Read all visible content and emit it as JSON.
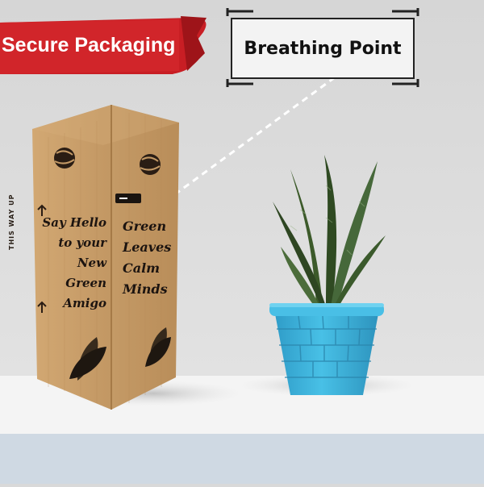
{
  "banner": {
    "text": "Secure Packaging",
    "color": "#c81e24"
  },
  "callout": {
    "text": "Breathing Point"
  },
  "box": {
    "left_text": [
      "Say Hello",
      "to your",
      "New",
      "Green",
      "Amigo"
    ],
    "right_text": [
      "Green",
      "Leaves",
      "Calm",
      "Minds"
    ],
    "side_label": "THIS WAY UP",
    "color": "#c9a06d"
  },
  "pot": {
    "color": "#3fb4dc"
  },
  "plant": {
    "color": "#3c5a2a"
  }
}
